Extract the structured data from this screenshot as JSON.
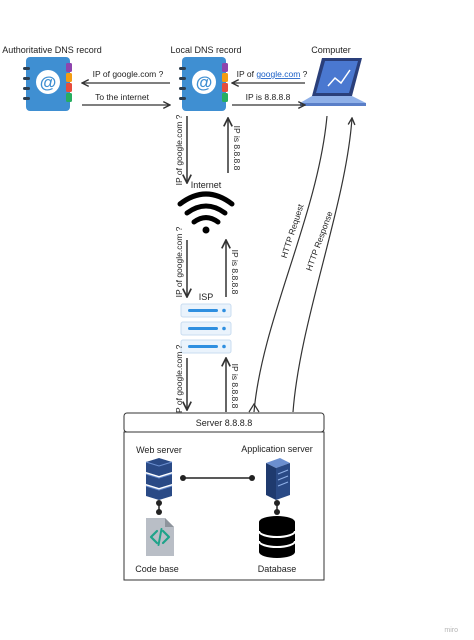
{
  "nodes": {
    "auth_dns": "Authoritative DNS record",
    "local_dns": "Local DNS record",
    "computer": "Computer",
    "internet": "Internet",
    "isp": "ISP",
    "server": "Server 8.8.8.8",
    "web_server": "Web server",
    "app_server": "Application server",
    "code_base": "Code base",
    "database": "Database"
  },
  "edges": {
    "comp_to_local_prefix": "IP of ",
    "comp_to_local_link": "google.com",
    "comp_to_local_suffix": " ?",
    "local_to_comp": "IP is 8.8.8.8",
    "local_to_auth": "IP of google.com ?",
    "auth_to_local": "To the internet",
    "local_to_internet": "IP of google.com ?",
    "internet_to_local": "IP is 8.8.8.8",
    "internet_to_isp": "IP of google.com ?",
    "isp_to_internet": "IP is 8.8.8.8",
    "isp_to_server": "IP of google.com ?",
    "server_to_isp": "IP is 8.8.8.8",
    "http_request": "HTTP Request",
    "http_response": "HTTP Response"
  },
  "icons": {
    "address_book": "address-book-icon",
    "laptop": "laptop-icon",
    "wifi": "wifi-icon",
    "isp": "server-rack-icon",
    "web_server": "server-stack-icon",
    "app_server": "server-tower-icon",
    "code_base": "code-file-icon",
    "database": "database-icon"
  },
  "colors": {
    "address_book_blue": "#3f8fd2",
    "laptop_blue": "#3b5fb8",
    "server_navy": "#2a4a86",
    "isp_blue": "#2f8fe0",
    "link": "#1a5fc7",
    "line": "#333333"
  },
  "watermark": "miro"
}
